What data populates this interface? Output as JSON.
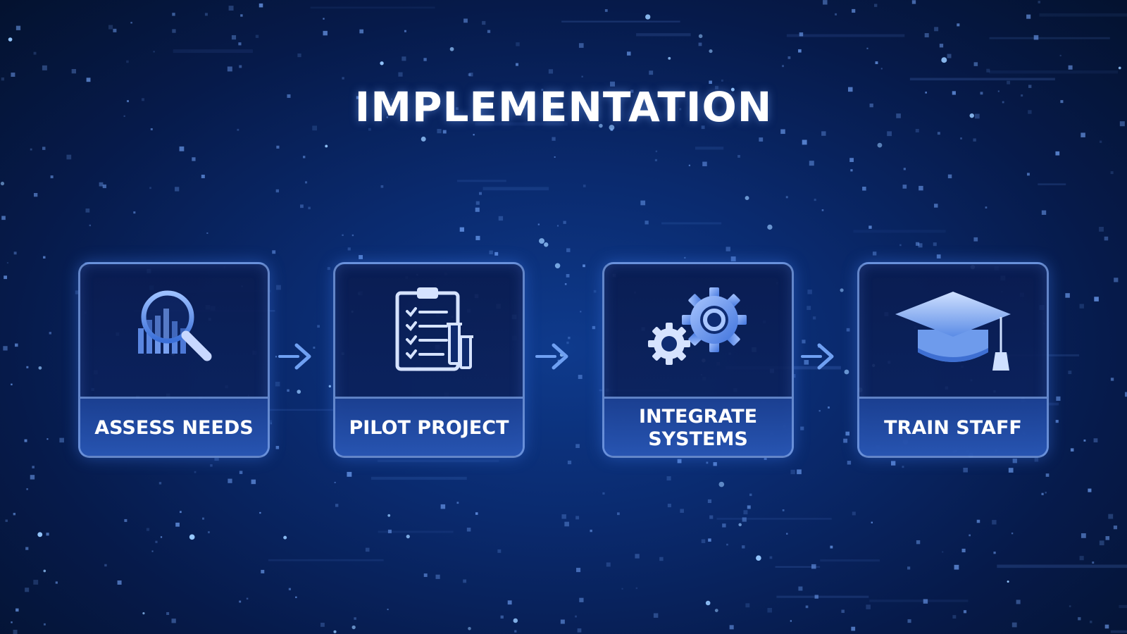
{
  "title": "IMPLEMENTATION",
  "colors": {
    "background": "#0a2a6e",
    "accent": "#7ea6f0",
    "text": "#ffffff"
  },
  "steps": [
    {
      "label": "ASSESS NEEDS",
      "icon": "magnifier-chart-icon"
    },
    {
      "label": "PILOT PROJECT",
      "icon": "clipboard-checklist-icon"
    },
    {
      "label": "INTEGRATE SYSTEMS",
      "icon": "gears-icon"
    },
    {
      "label": "TRAIN STAFF",
      "icon": "graduation-cap-icon"
    }
  ]
}
